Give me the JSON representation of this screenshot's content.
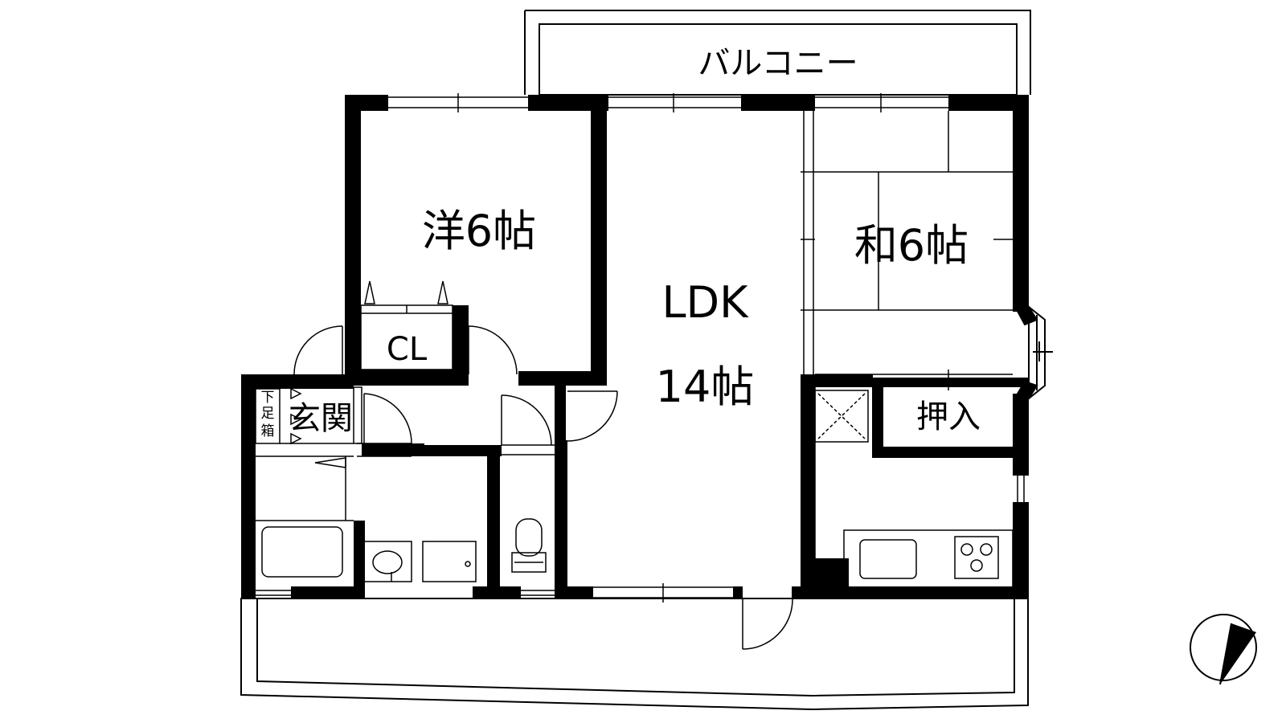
{
  "plan": {
    "rooms": {
      "balcony_top": "バルコニー",
      "western_room": "洋6帖",
      "ldk_name": "LDK",
      "ldk_size": "14帖",
      "japanese_room": "和6帖",
      "closet": "CL",
      "entrance": "玄関",
      "shoe_box": [
        "下",
        "足",
        "箱"
      ],
      "oshiire": "押入"
    },
    "compass": {
      "north_indicator": "arrow",
      "heading_deg": 15
    },
    "colors": {
      "wall": "#000000",
      "line": "#000000",
      "background": "#ffffff"
    }
  }
}
